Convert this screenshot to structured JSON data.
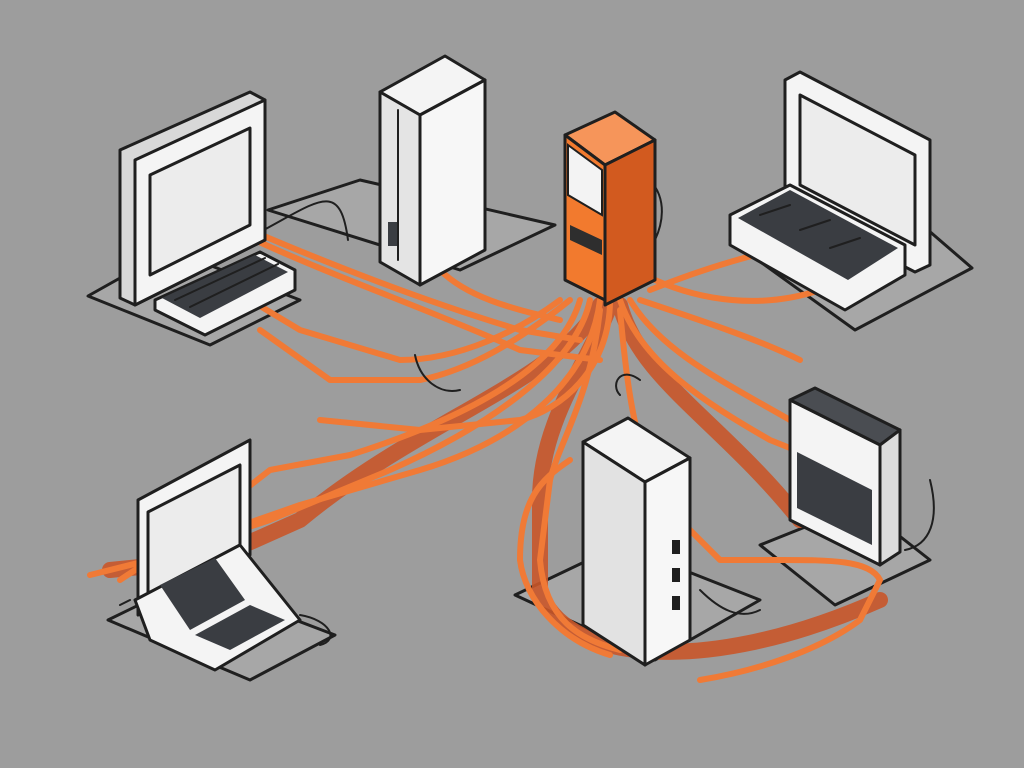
{
  "scene": {
    "background": "#9d9d9d",
    "pad": "#a7a7a7",
    "cable_color": "#f07a36",
    "cable_shadow": "#c9572a",
    "device_white": "#f4f4f4",
    "device_shade": "#d8d8d8",
    "hub_orange": "#f27a2e",
    "hub_orange_dark": "#d25a1f",
    "panel_dark": "#3a3d42"
  },
  "devices": [
    {
      "name": "monitor",
      "position": "top-left"
    },
    {
      "name": "server-tower",
      "position": "top-center"
    },
    {
      "name": "central-hub",
      "position": "center"
    },
    {
      "name": "monitor",
      "position": "top-right"
    },
    {
      "name": "monitor",
      "position": "bottom-left"
    },
    {
      "name": "server-tower",
      "position": "bottom-center"
    },
    {
      "name": "monitor",
      "position": "bottom-right"
    }
  ]
}
